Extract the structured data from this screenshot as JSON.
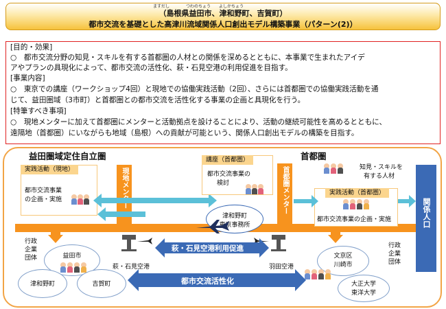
{
  "header": {
    "line1": "（島根県益田市、津和野町、吉賀町）",
    "line2": "都市交流を基礎とした高津川流域関係人口創出モデル構築事業（パターン(2)）",
    "ruby": [
      "ますだし",
      "つわのちょう",
      "よしかちょう"
    ]
  },
  "summary": {
    "purpose_heading": "[目的・効果]",
    "purpose_1": "○　都市交流分野の知見・スキルを有する首都圏の人材との関係を深めるとともに、本事業で生まれたアイデ",
    "purpose_2": "アやプランの具現化によって、都市交流の活性化、萩・石見空港の利用促進を目指す。",
    "content_heading": "[事業内容]",
    "content_1": "○　東京での講座（ワークショップ4回）と現地での協働実践活動（2回）、さらには首都圏での協働実践活動を通",
    "content_2": "じて、益田圏域（3市町）と首都圏との都市交流を活性化する事業の企画と具現化を行う。",
    "special_heading": "[特筆すべき事項]",
    "special_1": "○　現地メンターに加えて首都圏にメンターと活動拠点を設けることにより、活動の継続可能性を高めるとともに、",
    "special_2": "遠隔地（首都圏）にいながらも地域（島根）への貢献が可能という、関係人口創出モデルの構築を目指す。"
  },
  "diagram": {
    "left_title": "益田圏域定住自立圏",
    "right_title": "首都圏",
    "local_practice_tag": "実践活動（現地）",
    "local_plan_1": "都市交流事業",
    "local_plan_2": "の企画・実施",
    "local_mentor": "現地メンター",
    "course_tag": "講座（首都圏）",
    "course_text_1": "都市交流事業の",
    "course_text_2": "検討",
    "office_1": "津和野町",
    "office_2": "東京事務所",
    "capital_mentor": "首都圏メンター",
    "skilled_1": "知見・スキルを",
    "skilled_2": "有する人材",
    "capital_practice_tag": "実践活動（首都圏）",
    "capital_plan": "都市交流事業の企画・実施",
    "relation": "関係人口",
    "gov_left_1": "行政",
    "gov_left_2": "企業",
    "gov_left_3": "団体",
    "gov_right_1": "行政",
    "gov_right_2": "企業",
    "gov_right_3": "団体",
    "masuda": "益田市",
    "tsuwano": "津和野町",
    "yoshika": "吉賀町",
    "airport_left": "萩・石見空港",
    "airport_right": "羽田空港",
    "airport_arrow": "萩・石見空港利用促進",
    "exchange_arrow": "都市交流活性化",
    "bunkyo_1": "文京区",
    "bunkyo_2": "川崎市",
    "univ_1": "大正大学",
    "univ_2": "東洋大学"
  },
  "colors": {
    "orange": "#f7931e",
    "light_orange": "#fbd58e",
    "blue": "#3b6ab5",
    "teal_arrow": "#5bc0d8",
    "red_border": "#e02020"
  }
}
